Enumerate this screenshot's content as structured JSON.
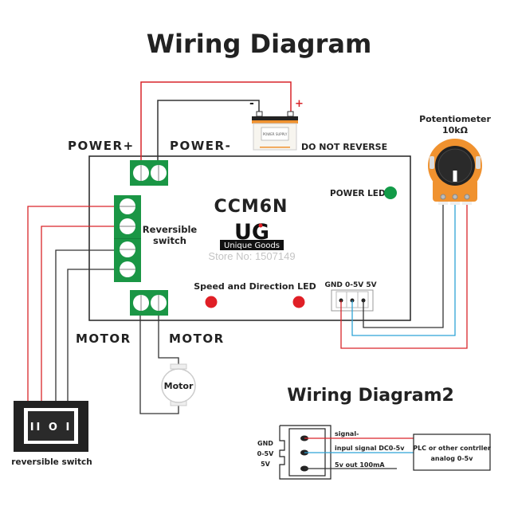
{
  "title": "Wiring Diagram",
  "title2": "Wiring Diagram2",
  "labels": {
    "power_plus": "POWER+",
    "power_minus": "POWER-",
    "do_not_reverse": "DO NOT REVERSE",
    "battery_minus": "-",
    "battery_plus": "+",
    "power_supply": "POWER SUPPLY",
    "model": "CCM6N",
    "brand_logo": "UG",
    "brand_name": "Unique Goods",
    "store": "Store No: 1507149",
    "power_led": "POWER LED",
    "reversible_switch_line1": "Reversible",
    "reversible_switch_line2": "switch",
    "speed_direction_led": "Speed and Direction LED",
    "pot_header": "GND 0-5V 5V",
    "motor_left": "MOTOR",
    "motor_right": "MOTOR",
    "motor_body": "Motor",
    "reversible_switch_bottom": "reversible switch",
    "switch_glyph": "II O I",
    "potentiometer": "Potentiometer",
    "potentiometer_value": "10kΩ"
  },
  "diagram2": {
    "pins": [
      "GND",
      "0-5V",
      "5V"
    ],
    "wires": [
      "signal-",
      "inpul signal DC0-5v",
      "5v out 100mA"
    ],
    "controller_line1": "PLC or other contrller",
    "controller_line2": "analog 0-5v"
  },
  "colors": {
    "red_wire": "#d9252a",
    "blue_wire": "#2ea3d6",
    "black_wire": "#333333",
    "terminal_green": "#1a9645",
    "led_red": "#e01f26",
    "led_green": "#129b48",
    "pot_orange": "#f0922f"
  }
}
